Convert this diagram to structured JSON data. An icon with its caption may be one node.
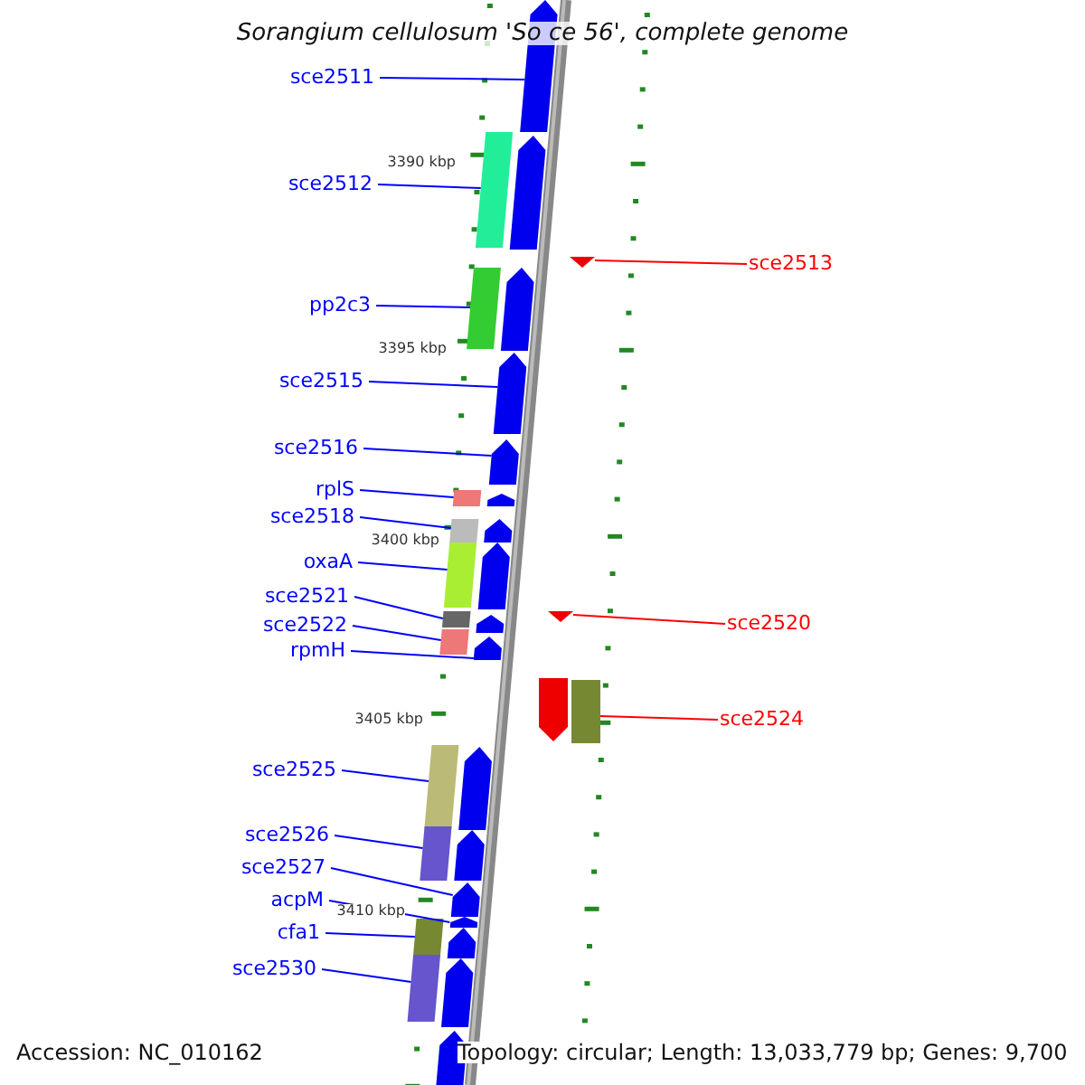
{
  "diagram": {
    "title": "Sorangium cellulosum 'So ce 56', complete genome",
    "nodes": [
      {
        "text": [
          "sce2511"
        ]
      },
      {
        "text": [
          "sce2512"
        ]
      },
      {
        "text": [
          "sce2513"
        ]
      },
      {
        "text": [
          "pp2c3"
        ]
      },
      {
        "text": [
          "sce2515"
        ]
      },
      {
        "text": [
          "sce2516"
        ]
      },
      {
        "text": [
          "rplS"
        ]
      },
      {
        "text": [
          "sce2518"
        ]
      },
      {
        "text": [
          "oxaA"
        ]
      },
      {
        "text": [
          "sce2521"
        ]
      },
      {
        "text": [
          "sce2520"
        ]
      },
      {
        "text": [
          "sce2522"
        ]
      },
      {
        "text": [
          "rpmH"
        ]
      },
      {
        "text": [
          "sce2524"
        ]
      },
      {
        "text": [
          "sce2525"
        ]
      },
      {
        "text": [
          "sce2526"
        ]
      },
      {
        "text": [
          "sce2527"
        ]
      },
      {
        "text": [
          "acpM"
        ]
      },
      {
        "text": [
          "cfa1"
        ]
      },
      {
        "text": [
          "sce2530"
        ]
      },
      {
        "text": [],
        "shape": "pentagon"
      },
      {
        "text": [],
        "shape": "bar"
      },
      {
        "text": [],
        "shape": "triangle"
      },
      {
        "text": [],
        "shape": "bar"
      },
      {
        "text": [],
        "shape": "pentagon"
      },
      {
        "text": [],
        "shape": "pentagon"
      },
      {
        "text": [],
        "shape": "bar"
      },
      {
        "text": [],
        "shape": "bar"
      },
      {
        "text": [],
        "shape": "bar"
      },
      {
        "text": [],
        "shape": "bar"
      },
      {
        "text": [],
        "shape": "triangle"
      },
      {
        "text": [],
        "shape": "bar"
      },
      {
        "text": [],
        "shape": "pentagon"
      },
      {
        "text": [],
        "shape": "bar"
      },
      {
        "text": [],
        "shape": "bar"
      },
      {
        "text": [],
        "shape": "bar"
      },
      {
        "text": [],
        "shape": "pentagon"
      },
      {
        "text": [],
        "shape": "pentagon"
      },
      {
        "text": [],
        "shape": "bar"
      },
      {
        "text": [],
        "shape": "bar"
      },
      {
        "text": [],
        "shape": "pentagon"
      },
      {
        "text": [],
        "shape": "pentagon"
      },
      {
        "text": [],
        "shape": "pentagon"
      },
      {
        "text": [],
        "shape": "pentagon"
      },
      {
        "text": [],
        "shape": "pentagon"
      },
      {
        "text": [],
        "shape": "pentagon"
      },
      {
        "text": [],
        "shape": "pentagon"
      },
      {
        "text": [],
        "shape": "pentagon"
      },
      {
        "text": [],
        "shape": "pentagon"
      },
      {
        "text": [],
        "shape": "pentagon"
      },
      {
        "text": [],
        "shape": "pentagon"
      },
      {
        "text": [],
        "shape": "pentagon"
      }
    ],
    "edges": [
      {
        "from": 0,
        "to": 20,
        "arrow": "none"
      },
      {
        "from": 1,
        "to": 21,
        "arrow": "none"
      },
      {
        "from": 2,
        "to": 22,
        "arrow": "none",
        "color": "#ff0000"
      },
      {
        "from": 3,
        "to": 23,
        "arrow": "none"
      },
      {
        "from": 4,
        "to": 24,
        "arrow": "none"
      },
      {
        "from": 5,
        "to": 25,
        "arrow": "none"
      },
      {
        "from": 6,
        "to": 26,
        "arrow": "none"
      },
      {
        "from": 7,
        "to": 27,
        "arrow": "none"
      },
      {
        "from": 8,
        "to": 28,
        "arrow": "none"
      },
      {
        "from": 9,
        "to": 29,
        "arrow": "none"
      },
      {
        "from": 10,
        "to": 30,
        "arrow": "none",
        "color": "#ff0000"
      },
      {
        "from": 11,
        "to": 31,
        "arrow": "none"
      },
      {
        "from": 12,
        "to": 32,
        "arrow": "none"
      },
      {
        "from": 13,
        "to": 33,
        "arrow": "none",
        "color": "#ff0000"
      },
      {
        "from": 14,
        "to": 34,
        "arrow": "none"
      },
      {
        "from": 15,
        "to": 35,
        "arrow": "none"
      },
      {
        "from": 16,
        "to": 36,
        "arrow": "none"
      },
      {
        "from": 17,
        "to": 37,
        "arrow": "none"
      },
      {
        "from": 18,
        "to": 38,
        "arrow": "none"
      },
      {
        "from": 19,
        "to": 39,
        "arrow": "none"
      }
    ],
    "labels": [
      "3390 kbp",
      "3395 kbp",
      "3400 kbp",
      "3405 kbp",
      "3410 kbp",
      "Accession: NC_010162",
      "Topology: circular; Length: 13,033,779 bp; Genes: 9,700"
    ]
  }
}
